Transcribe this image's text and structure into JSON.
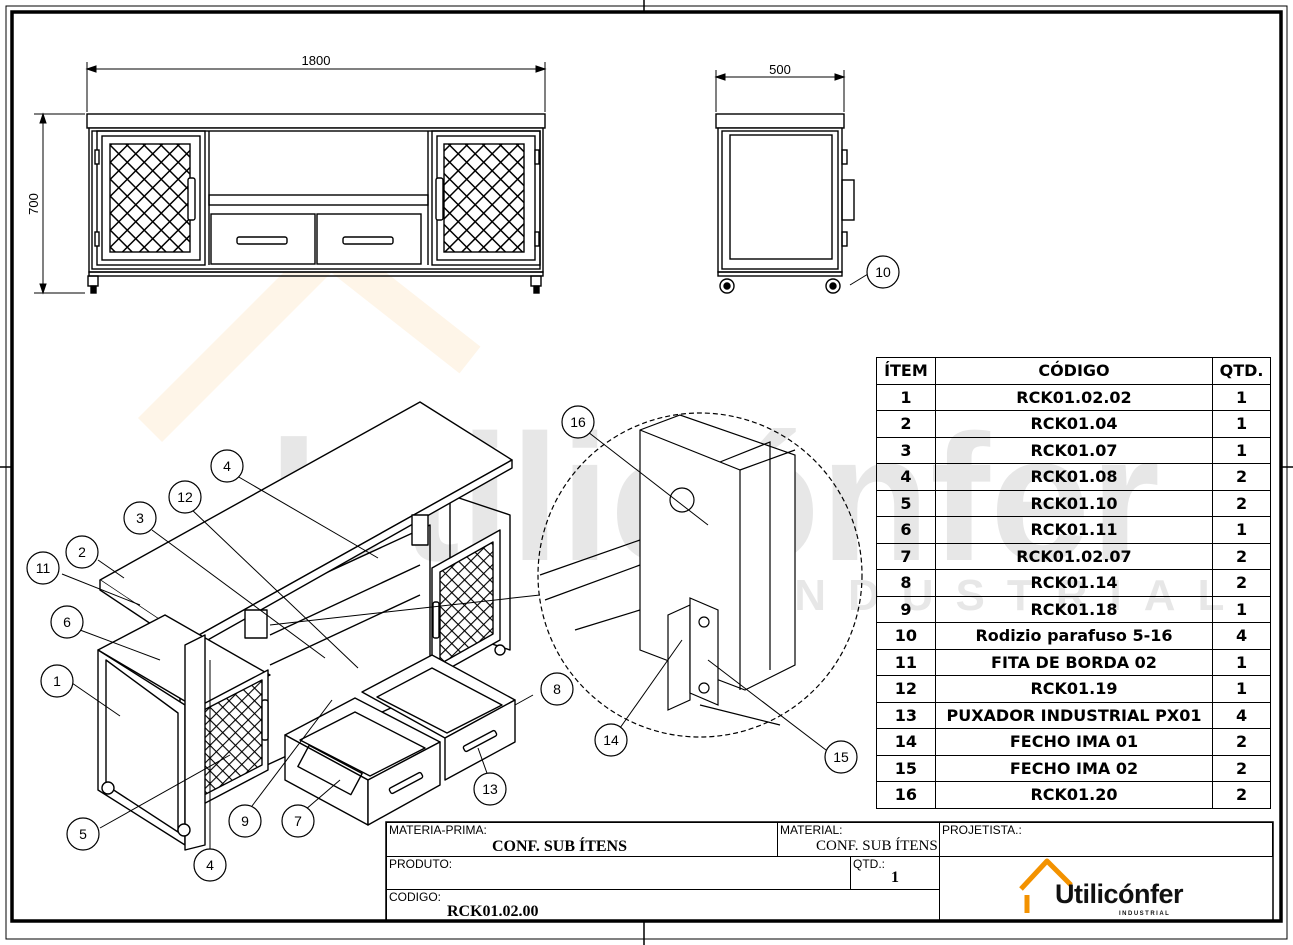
{
  "dimensions": {
    "width": "1800",
    "side_depth": "500",
    "height": "700"
  },
  "balloons": [
    "1",
    "2",
    "3",
    "4",
    "4",
    "5",
    "6",
    "7",
    "8",
    "9",
    "10",
    "11",
    "12",
    "13",
    "14",
    "15",
    "16"
  ],
  "watermark": {
    "text": "Utilicónfer",
    "sub": "INDUSTRIAL"
  },
  "bom": {
    "headers": {
      "item": "ÍTEM",
      "code": "CÓDIGO",
      "qty": "QTD."
    },
    "rows": [
      {
        "item": "1",
        "code": "RCK01.02.02",
        "qty": "1"
      },
      {
        "item": "2",
        "code": "RCK01.04",
        "qty": "1"
      },
      {
        "item": "3",
        "code": "RCK01.07",
        "qty": "1"
      },
      {
        "item": "4",
        "code": "RCK01.08",
        "qty": "2"
      },
      {
        "item": "5",
        "code": "RCK01.10",
        "qty": "2"
      },
      {
        "item": "6",
        "code": "RCK01.11",
        "qty": "1"
      },
      {
        "item": "7",
        "code": "RCK01.02.07",
        "qty": "2"
      },
      {
        "item": "8",
        "code": "RCK01.14",
        "qty": "2"
      },
      {
        "item": "9",
        "code": "RCK01.18",
        "qty": "1"
      },
      {
        "item": "10",
        "code": "Rodizio parafuso 5-16",
        "qty": "4"
      },
      {
        "item": "11",
        "code": "FITA DE BORDA 02",
        "qty": "1"
      },
      {
        "item": "12",
        "code": "RCK01.19",
        "qty": "1"
      },
      {
        "item": "13",
        "code": "PUXADOR INDUSTRIAL PX01",
        "qty": "4"
      },
      {
        "item": "14",
        "code": "FECHO IMA 01",
        "qty": "2"
      },
      {
        "item": "15",
        "code": "FECHO IMA 02",
        "qty": "2"
      },
      {
        "item": "16",
        "code": "RCK01.20",
        "qty": "2"
      }
    ]
  },
  "title_block": {
    "materia_prima_label": "MATERIA-PRIMA:",
    "materia_prima_value": "CONF. SUB ÍTENS",
    "material_label": "MATERIAL:",
    "material_value": "CONF. SUB ÍTENS",
    "projetista_label": "PROJETISTA.:",
    "produto_label": "PRODUTO:",
    "qtd_label": "QTD.:",
    "qtd_value": "1",
    "codigo_label": "CODIGO:",
    "codigo_value": "RCK01.02.00"
  },
  "logo": {
    "text": "Utilicónfer",
    "sub": "INDUSTRIAL",
    "accent": "#f39200"
  }
}
